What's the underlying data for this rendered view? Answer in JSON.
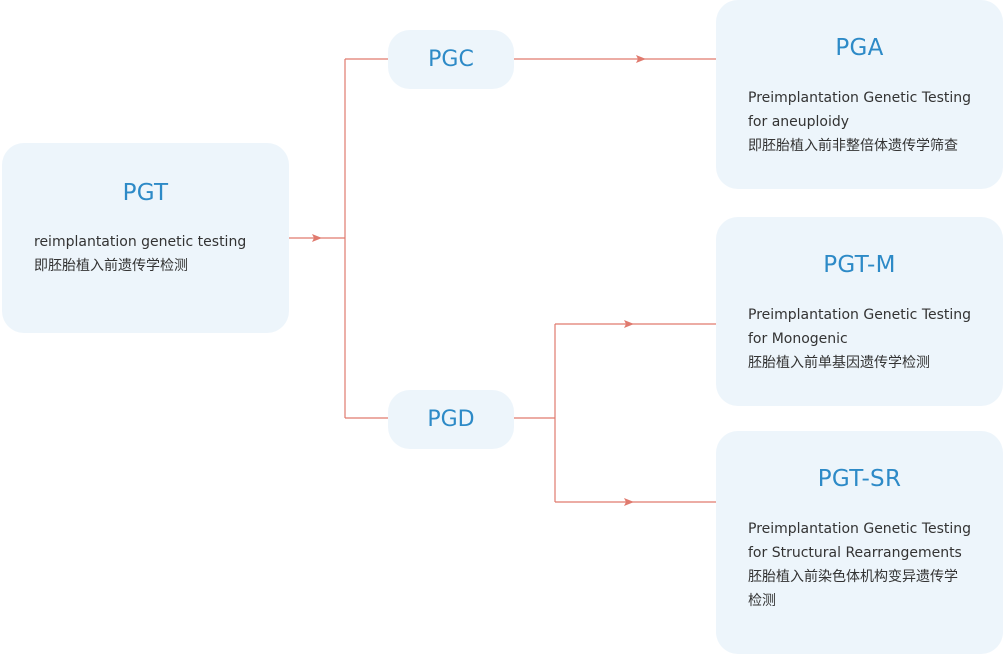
{
  "colors": {
    "accent_text": "#2d8ac7",
    "box_fill": "#edf5fb",
    "connector": "#e07a6e",
    "body_text": "#333333"
  },
  "root": {
    "title": "PGT",
    "desc_en": "reimplantation genetic testing",
    "desc_zh": "即胚胎植入前遗传学检测"
  },
  "branches": {
    "pgc": "PGC",
    "pgd": "PGD"
  },
  "leaves": {
    "pga": {
      "title": "PGA",
      "lines": [
        "Preimplantation Genetic Testing",
        "for aneuploidy",
        "即胚胎植入前非整倍体遗传学筛查"
      ]
    },
    "pgtm": {
      "title": "PGT-M",
      "lines": [
        "Preimplantation Genetic Testing",
        "for Monogenic",
        "胚胎植入前单基因遗传学检测"
      ]
    },
    "pgtsr": {
      "title": "PGT-SR",
      "lines": [
        "Preimplantation Genetic Testing",
        "for Structural Rearrangements",
        "胚胎植入前染色体机构变异遗传学",
        "检测"
      ]
    }
  }
}
